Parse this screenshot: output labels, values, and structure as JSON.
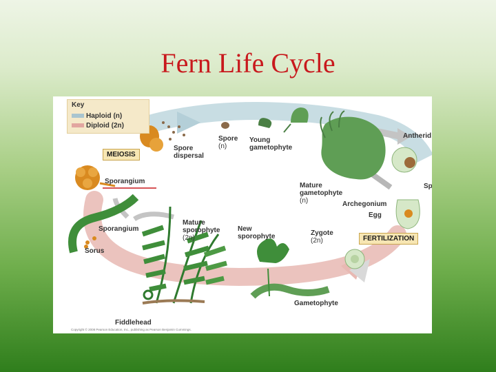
{
  "slide": {
    "title": "Fern Life Cycle"
  },
  "figure": {
    "key": {
      "title": "Key",
      "haploid": "Haploid (n)",
      "diploid": "Diploid (2n)"
    },
    "tags": {
      "meiosis": "MEIOSIS",
      "fertilization": "FERTILIZATION"
    },
    "labels": {
      "spore": "Spore",
      "spore_n": "(n)",
      "young_gametophyte_1": "Young",
      "young_gametophyte_2": "gametophyte",
      "spore_dispersal_1": "Spore",
      "spore_dispersal_2": "dispersal",
      "sporangium_top": "Sporangium",
      "sporangium_left": "Sporangium",
      "sorus": "Sorus",
      "mature_sporophyte_1": "Mature",
      "mature_sporophyte_2": "sporophyte",
      "mature_sporophyte_3": "(2n)",
      "new_sporophyte_1": "New",
      "new_sporophyte_2": "sporophyte",
      "mature_gametophyte_1": "Mature",
      "mature_gametophyte_2": "gametophyte",
      "mature_gametophyte_3": "(n)",
      "archegonium": "Archegonium",
      "egg": "Egg",
      "zygote_1": "Zygote",
      "zygote_2": "(2n)",
      "antheridium": "Antherid",
      "sperm": "Sp",
      "gametophyte": "Gametophyte",
      "fiddlehead": "Fiddlehead"
    },
    "copyright": "Copyright © 2008 Pearson Education, Inc., publishing as Pearson Benjamin Cummings."
  },
  "colors": {
    "title": "#c8191d",
    "haploid_arrow": "#a9c5cf",
    "diploid_arrow": "#e2a6a0",
    "fern_green": "#3f8e3a",
    "gametophyte_green": "#5f9e55",
    "sporangium_orange": "#d98a20"
  }
}
